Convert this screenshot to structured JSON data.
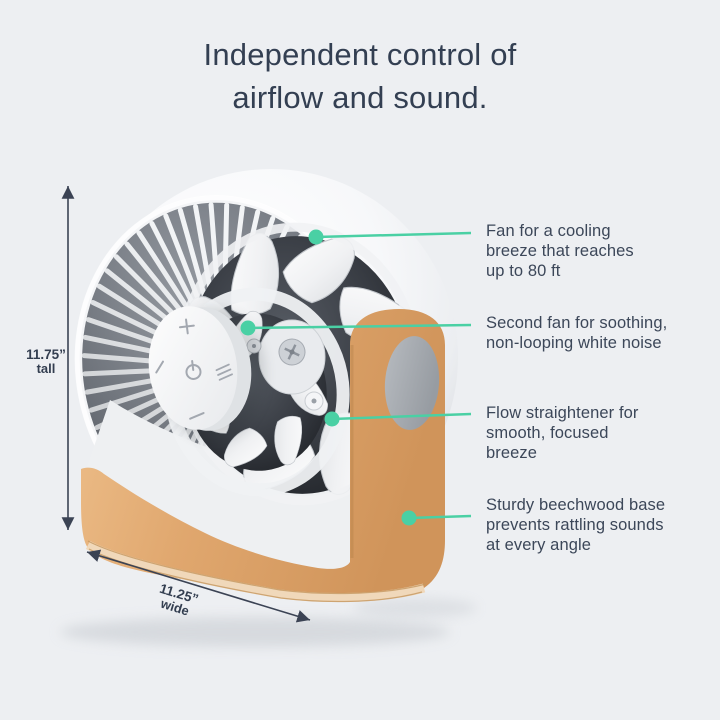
{
  "page": {
    "background_color": "#edeff2",
    "accent_color": "#4ad0a4",
    "heading_color": "#333f52",
    "body_text_color": "#3c4759"
  },
  "title": {
    "line1": "Independent control of",
    "line2": "airflow and sound."
  },
  "annotations": [
    {
      "id": "cooling-fan",
      "lines": [
        "Fan for a cooling",
        "breeze that reaches",
        "up to 80 ft"
      ]
    },
    {
      "id": "white-noise-fan",
      "lines": [
        "Second fan for soothing,",
        "non-looping white noise"
      ]
    },
    {
      "id": "flow-straightener",
      "lines": [
        "Flow straightener for",
        "smooth, focused",
        "breeze"
      ]
    },
    {
      "id": "beechwood-base",
      "lines": [
        "Sturdy beechwood base",
        "prevents rattling sounds",
        "at every angle"
      ]
    }
  ],
  "dimensions": {
    "height": {
      "value": "11.75”",
      "label": "tall"
    },
    "width": {
      "value": "11.25”",
      "label": "wide"
    }
  },
  "product": {
    "materials": {
      "wood_color": "#dfa76c",
      "body_color": "#f4f5f7",
      "knob_color": "#a6aaaf"
    },
    "control_icons": [
      "plus",
      "dash",
      "power",
      "airflow",
      "minus"
    ]
  }
}
